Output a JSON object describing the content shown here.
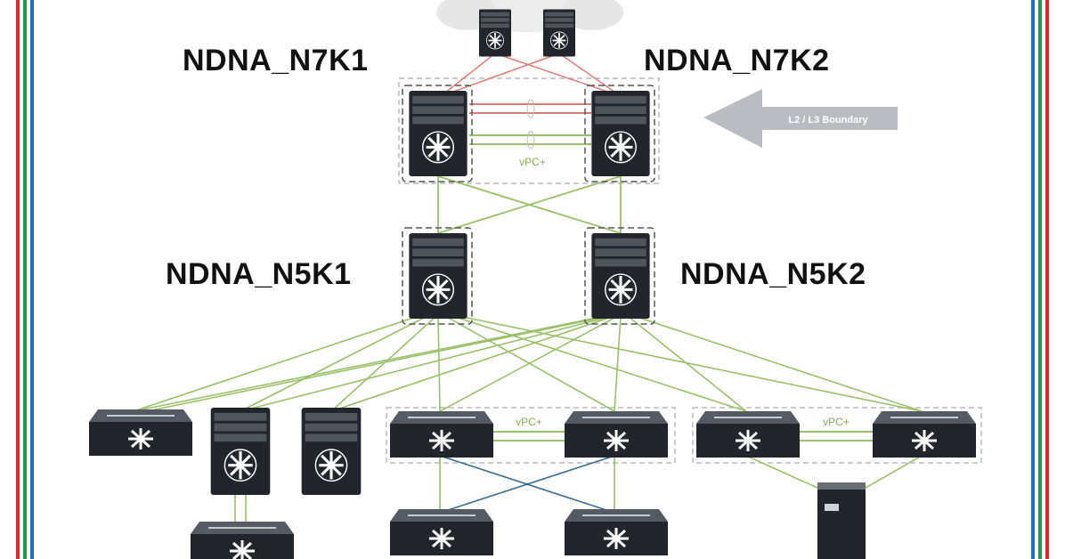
{
  "colors": {
    "frame_red": "#e2262b",
    "frame_green": "#1f9a4a",
    "frame_blue": "#1f6fc4",
    "device": "#22252b",
    "link_green": "#9cbf6b",
    "link_red": "#e07a7a",
    "link_blue": "#3d6a8a"
  },
  "nodes": {
    "n7k1": "NDNA_N7K1",
    "n7k2": "NDNA_N7K2",
    "n5k1": "NDNA_N5K1",
    "n5k2": "NDNA_N5K2"
  },
  "boundary_arrow": {
    "label": "L2 / L3 Boundary"
  },
  "vpc_labels": {
    "core": "vPC+",
    "access_a": "vPC+",
    "access_b": "vPC+"
  },
  "icons": [
    "cloud-icon",
    "switch-icon",
    "chassis-switch-icon",
    "server-icon",
    "arrow-left-icon"
  ]
}
